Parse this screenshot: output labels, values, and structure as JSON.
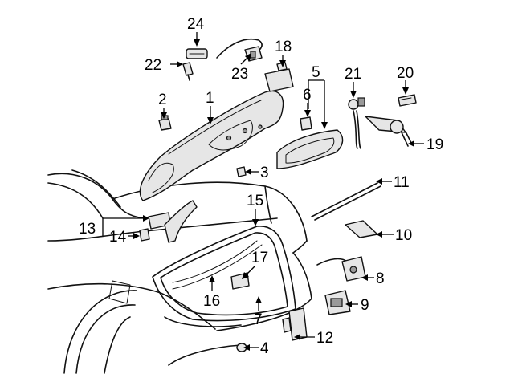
{
  "diagram": {
    "callouts": [
      {
        "id": "c1",
        "text": "1"
      },
      {
        "id": "c2",
        "text": "2"
      },
      {
        "id": "c3",
        "text": "3"
      },
      {
        "id": "c4",
        "text": "4"
      },
      {
        "id": "c5",
        "text": "5"
      },
      {
        "id": "c6",
        "text": "6"
      },
      {
        "id": "c7",
        "text": "7"
      },
      {
        "id": "c8",
        "text": "8"
      },
      {
        "id": "c9",
        "text": "9"
      },
      {
        "id": "c10",
        "text": "10"
      },
      {
        "id": "c11",
        "text": "11"
      },
      {
        "id": "c12",
        "text": "12"
      },
      {
        "id": "c13",
        "text": "13"
      },
      {
        "id": "c14",
        "text": "14"
      },
      {
        "id": "c15",
        "text": "15"
      },
      {
        "id": "c16",
        "text": "16"
      },
      {
        "id": "c17",
        "text": "17"
      },
      {
        "id": "c18",
        "text": "18"
      },
      {
        "id": "c19",
        "text": "19"
      },
      {
        "id": "c20",
        "text": "20"
      },
      {
        "id": "c21",
        "text": "21"
      },
      {
        "id": "c22",
        "text": "22"
      },
      {
        "id": "c23",
        "text": "23"
      },
      {
        "id": "c24",
        "text": "24"
      }
    ]
  }
}
